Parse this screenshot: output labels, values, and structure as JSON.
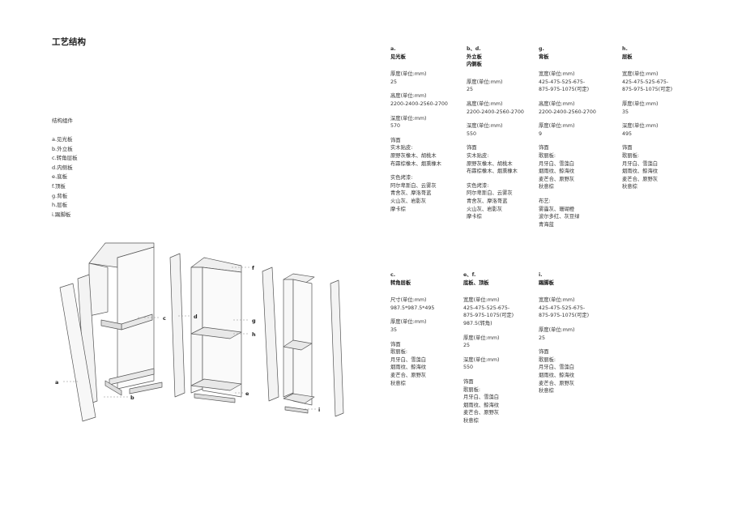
{
  "title": "工艺结构",
  "subtitle": "结构组件",
  "parts": [
    "a.见光板",
    "b.外立板",
    "c.转角层板",
    "d.内侧板",
    "e.底板",
    "f.顶板",
    "g.背板",
    "h.层板",
    "i.踢脚板"
  ],
  "diagram_labels": [
    "a",
    "b",
    "c",
    "d",
    "e",
    "f",
    "g",
    "h",
    "i"
  ],
  "specs": [
    {
      "code": "a.",
      "name": [
        "见光板"
      ],
      "sections": [
        {
          "label": "厚度(单位:mm)",
          "values": [
            "25"
          ]
        },
        {
          "label": "高度(单位:mm)",
          "values": [
            "2200-2400-2560-2700"
          ]
        },
        {
          "label": "深度(单位:mm)",
          "values": [
            "570"
          ]
        },
        {
          "label": "饰面",
          "values": [
            "实木贴皮:",
            "原野灰橡木、胡桃木",
            "布霖棕橡木、烟熏橡木"
          ]
        },
        {
          "label": "实色烤漆:",
          "values": [
            "阿尔卑斯白、云雾灰",
            "青舍灰、摩洛哥蓝",
            "火山灰、岩影灰",
            "摩卡棕"
          ]
        }
      ]
    },
    {
      "code": "b、d.",
      "name": [
        "外立板",
        "内侧板"
      ],
      "sections": [
        {
          "label": "厚度(单位:mm)",
          "values": [
            "25"
          ]
        },
        {
          "label": "高度(单位:mm)",
          "values": [
            "2200-2400-2560-2700"
          ]
        },
        {
          "label": "深度(单位:mm)",
          "values": [
            "550"
          ]
        },
        {
          "label": "饰面",
          "values": [
            "实木贴皮:",
            "原野灰橡木、胡桃木",
            "布霖棕橡木、烟熏橡木"
          ]
        },
        {
          "label": "实色烤漆:",
          "values": [
            "阿尔卑斯白、云雾灰",
            "青舍灰、摩洛哥蓝",
            "火山灰、岩影灰",
            "摩卡棕"
          ]
        }
      ]
    },
    {
      "code": "g.",
      "name": [
        "背板"
      ],
      "sections": [
        {
          "label": "宽度(单位:mm)",
          "values": [
            "425-475-525-675-",
            "875-975-1075(可定)"
          ]
        },
        {
          "label": "高度(单位:mm)",
          "values": [
            "2200-2400-2560-2700"
          ]
        },
        {
          "label": "厚度(单位:mm)",
          "values": [
            "9"
          ]
        },
        {
          "label": "饰面",
          "values": [
            "歌丽板:",
            "月牙白、雪藻白",
            "烟雨纹、鲸海纹",
            "麦芒合、原野灰",
            "秋意棕"
          ]
        },
        {
          "label": "布艺:",
          "values": [
            "雾霾灰、珊瑚橙",
            "波尔多红、灰豆绿",
            "青海蓝"
          ]
        }
      ]
    },
    {
      "code": "h.",
      "name": [
        "层板"
      ],
      "sections": [
        {
          "label": "宽度(单位:mm)",
          "values": [
            "425-475-525-675-",
            "875-975-1075(可定)"
          ]
        },
        {
          "label": "厚度(单位:mm)",
          "values": [
            "35"
          ]
        },
        {
          "label": "深度(单位:mm)",
          "values": [
            "495"
          ]
        },
        {
          "label": "饰面",
          "values": [
            "歌丽板:",
            "月牙白、雪藻白",
            "烟雨纹、鲸海纹",
            "麦芒合、原野灰",
            "秋意棕"
          ]
        }
      ]
    },
    {
      "code": "c.",
      "name": [
        "转角层板"
      ],
      "sections": [
        {
          "label": "尺寸(单位:mm)",
          "values": [
            "987.5*987.5*495"
          ]
        },
        {
          "label": "厚度(单位:mm)",
          "values": [
            "35"
          ]
        },
        {
          "label": "饰面",
          "values": [
            "歌丽板:",
            "月牙白、雪藻白",
            "烟雨纹、鲸海纹",
            "麦芒合、原野灰",
            "秋意棕"
          ]
        }
      ]
    },
    {
      "code": "e、f.",
      "name": [
        "底板、顶板"
      ],
      "sections": [
        {
          "label": "宽度(单位:mm)",
          "values": [
            "425-475-525-675-",
            "875-975-1075(可定)",
            "987.5(转角)"
          ]
        },
        {
          "label": "厚度(单位:mm)",
          "values": [
            "25"
          ]
        },
        {
          "label": "深度(单位:mm)",
          "values": [
            "550"
          ]
        },
        {
          "label": "饰面",
          "values": [
            "歌丽板:",
            "月牙白、雪藻白",
            "烟雨纹、鲸海纹",
            "麦芒合、原野灰",
            "秋意棕"
          ]
        }
      ]
    },
    {
      "code": "i.",
      "name": [
        "踢脚板"
      ],
      "sections": [
        {
          "label": "宽度(单位:mm)",
          "values": [
            "425-475-525-675-",
            "875-975-1075(可定)"
          ]
        },
        {
          "label": "厚度(单位:mm)",
          "values": [
            "25"
          ]
        },
        {
          "label": "饰面",
          "values": [
            "歌丽板:",
            "月牙白、雪藻白",
            "烟雨纹、鲸海纹",
            "麦芒合、原野灰",
            "秋意棕"
          ]
        }
      ]
    }
  ]
}
